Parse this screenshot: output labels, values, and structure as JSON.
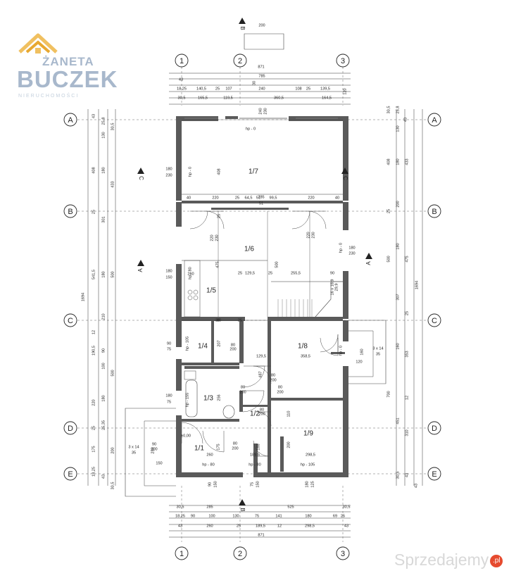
{
  "logo": {
    "name": "ŻANETA",
    "surname": "BUCZEK",
    "subtitle": "NIERUCHOMOŚCI",
    "color": "#a8b8cc"
  },
  "watermark": {
    "text": "Sprzedajemy",
    "badge": ".pl"
  },
  "axes": {
    "columns": [
      "1",
      "2",
      "3"
    ],
    "rows": [
      "A",
      "B",
      "C",
      "D",
      "E"
    ]
  },
  "rooms": [
    "1/7",
    "1/6",
    "1/5",
    "1/4",
    "1/8",
    "1/3",
    "1/2",
    "1/9",
    "1/1"
  ],
  "section_marks": [
    "B",
    "B",
    "C",
    "C",
    "A",
    "A"
  ],
  "dims": {
    "top": [
      "200",
      "871",
      "785",
      "43",
      "18,25",
      "140,5",
      "25",
      "107",
      "240",
      "108",
      "25",
      "139,5",
      "30,5",
      "165,5",
      "119,5",
      "360,5",
      "164,5",
      "30",
      "240",
      "230",
      "hp - 0",
      "120"
    ],
    "bottom": [
      "30,5",
      "285",
      "525",
      "30,5",
      "18,25",
      "90",
      "100",
      "130",
      "75",
      "141",
      "180",
      "69",
      "25",
      "43",
      "260",
      "25",
      "189,5",
      "12",
      "298,5",
      "43",
      "871"
    ],
    "left": [
      "43",
      "25,8",
      "30,5",
      "130",
      "180",
      "408",
      "433",
      "25",
      "301",
      "541,5",
      "180",
      "500",
      "1694",
      "210",
      "12",
      "190,5",
      "90",
      "100",
      "500",
      "220",
      "180",
      "25",
      "25,35",
      "175",
      "200",
      "18,25",
      "43",
      "30,5"
    ],
    "right": [
      "30,5",
      "25,8",
      "43",
      "130",
      "180",
      "408",
      "433",
      "200",
      "25",
      "180",
      "500",
      "475",
      "1694",
      "307",
      "25",
      "160",
      "700",
      "353",
      "12",
      "451",
      "310",
      "30,5",
      "43",
      "43"
    ],
    "interior": [
      "180",
      "230",
      "hp - 0",
      "408",
      "785",
      "40",
      "220",
      "25",
      "64,5",
      "51",
      "99,5",
      "220",
      "40",
      "25",
      "220",
      "230",
      "220",
      "230",
      "180",
      "230",
      "hp - 0",
      "180",
      "150",
      "hp - 80",
      "260",
      "475",
      "25",
      "129,5",
      "25",
      "255,5",
      "90",
      "500",
      "16 x 18,9",
      "29,9",
      "30",
      "25",
      "90",
      "75",
      "hp - 105",
      "207",
      "80",
      "200",
      "129,5",
      "80",
      "200",
      "358,5",
      "80",
      "200",
      "hp - 0",
      "160",
      "120",
      "3 x 14",
      "35",
      "487",
      "180",
      "75",
      "hp - 155",
      "256",
      "80",
      "200",
      "80",
      "200",
      "110",
      "±0,00",
      "175",
      "90",
      "200",
      "80",
      "200",
      "188",
      "200",
      "3 x 14",
      "35",
      "250",
      "260",
      "189,5",
      "298,5",
      "150",
      "hp - 80",
      "hp - 80",
      "hp - 105",
      "90",
      "150",
      "75",
      "150",
      "180",
      "125",
      "30",
      "51"
    ]
  }
}
